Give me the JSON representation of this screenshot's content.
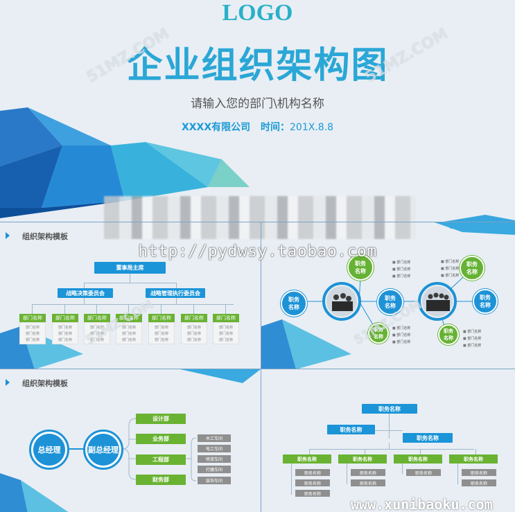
{
  "cover": {
    "logo": "LOGO",
    "title": "企业组织架构图",
    "subtitle": "请输入您的部门\\机构名称",
    "company": "XXXX有限公司",
    "date_label": "时间：",
    "date_value": "201X.8.8"
  },
  "watermark_url": "http://pydwsy.taobao.com",
  "watermark_small": "51MZ.COM",
  "footer_url": "www.xunibaoku.com",
  "panel_tl": {
    "title": "组织架构模板",
    "top": "董事局主席",
    "committees": [
      "战略决策委员会",
      "战略管理执行委员会"
    ],
    "dept_label": "部门名称",
    "dept_lines": [
      "部门名称",
      "部门名称",
      "部门名称"
    ],
    "dept_count": 7
  },
  "panel_tr": {
    "node_label": "职务\n名称",
    "bullet_text": "部门名称"
  },
  "panel_bl": {
    "title": "组织架构模板",
    "ceo": "总经理",
    "vice": "副总经理",
    "depts": [
      "设计部",
      "业务部",
      "工程部",
      "财务部"
    ],
    "subs": [
      "木工车间",
      "电工车间",
      "喷漆车间",
      "打磨车间",
      "装饰车间"
    ]
  },
  "panel_br": {
    "top": "职务名称",
    "mid_left": "职务名称",
    "mid_right": "职务名称",
    "leaf": "职务名称",
    "sub": "职务名称"
  },
  "colors": {
    "blue": "#1b94d8",
    "green": "#69b232",
    "gray": "#8f8f8f",
    "title_gradient_start": "#1e9be0",
    "title_gradient_end": "#5cc29a"
  }
}
